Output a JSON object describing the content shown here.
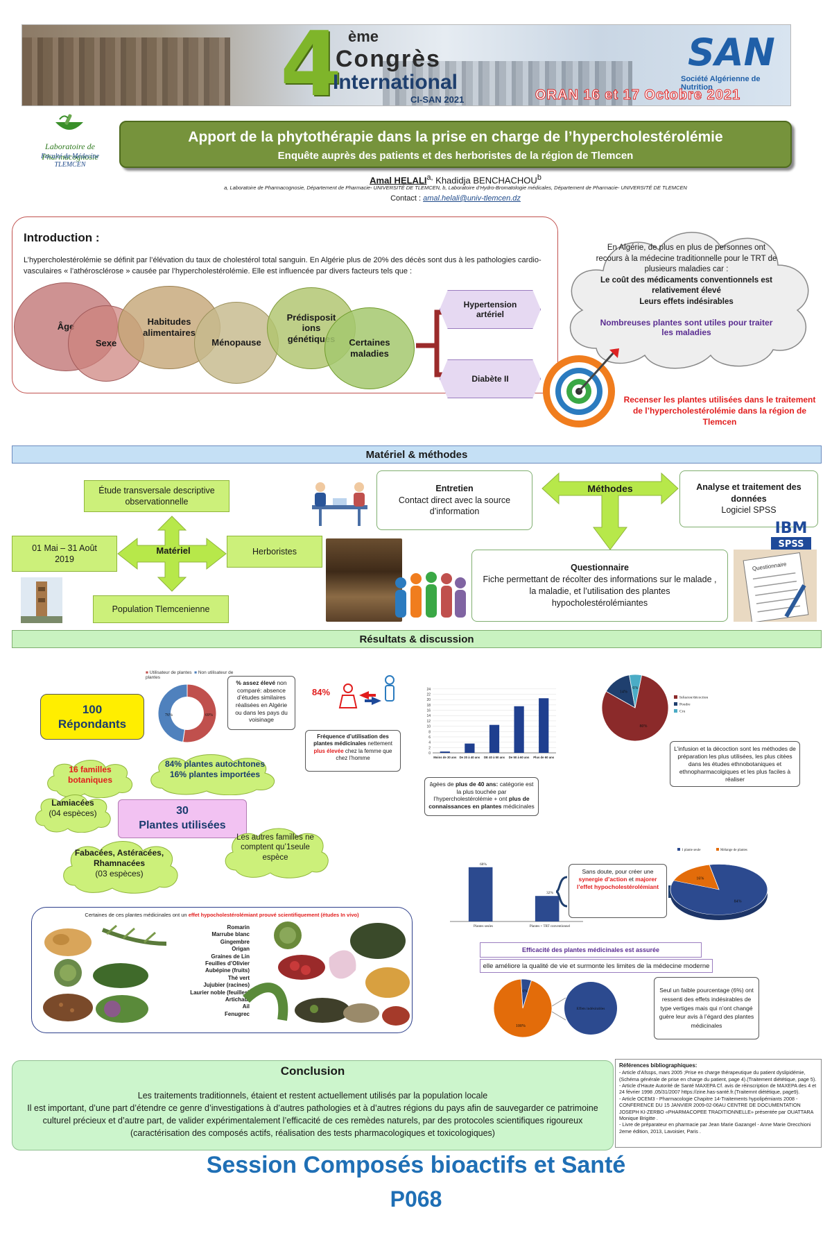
{
  "banner": {
    "number": "4",
    "superscript": "ème",
    "line1": "Congrès",
    "line2": "International",
    "acronym": "CI-SAN 2021",
    "society_logo": "SAN",
    "society_name": "Société Algérienne de Nutrition",
    "event_dates": "ORAN 16 et 17 Octobre 2021"
  },
  "lab_logo": {
    "line1": "Laboratoire de Pharmacognosie",
    "line2": "Faculté de Médecine",
    "line3": "TLEMCEN"
  },
  "title": {
    "main": "Apport de la phytothérapie dans la prise en charge de l’hypercholestérolémie",
    "subtitle": "Enquête auprès des patients et des herboristes de la région de Tlemcen"
  },
  "authors": {
    "author1": "Amal HELALI",
    "author1_sup": "a,",
    "author2": " Khadidja BENCHACHOU",
    "author2_sup": "b",
    "affiliations": "a, Laboratoire de Pharmacognosie, Département de Pharmacie- UNIVERSITÉ DE TLEMCEN, b, Laboratoire d’Hydro-Bromatologie médicales, Département de Pharmacie- UNIVERSITÉ DE TLEMCEN",
    "contact_label": "Contact : ",
    "contact_email": "amal.helali@univ-tlemcen.dz"
  },
  "intro": {
    "title": "Introduction :",
    "text": "L’hypercholestérolémie se définit par l’élévation du taux de cholestérol total sanguin. En Algérie plus de 20% des décès sont dus à les pathologies cardio-vasculaires « l’athérosclérose » causée par l’hypercholestérolémie. Elle est influencée par divers facteurs tels que :",
    "factors": [
      "Âge",
      "Sexe",
      "Habitudes alimentaires",
      "Ménopause",
      "Prédisposit ions génétiques",
      "Certaines maladies"
    ],
    "diseases": [
      "Hypertension artériel",
      "Diabète II"
    ],
    "cloud_text": "En Algérie, de plus en plus de personnes ont recours à la médecine traditionnelle pour le TRT de plusieurs maladies car :",
    "cloud_reasons": [
      "Le coût des médicaments conventionnels est relativement élevé",
      "Leurs effets indésirables"
    ],
    "cloud_highlight": "Nombreuses plantes sont utiles pour traiter les maladies",
    "objective": "Recenser les plantes utilisées dans le traitement de l’hypercholestérolémie dans la région de Tlemcen"
  },
  "methods": {
    "section_title": "Matériel & méthodes",
    "materiel_label": "Matériel",
    "etude": "Étude transversale descriptive observationnelle",
    "dates": "01 Mai – 31 Août 2019",
    "herboristes": "Herboristes",
    "population": "Population Tlemcenienne",
    "methodes_label": "Méthodes",
    "entretien_title": "Entretien",
    "entretien_text": "Contact direct avec la source d’information",
    "analyse_title": "Analyse et traitement des données",
    "analyse_text": "Logiciel SPSS",
    "questionnaire_title": "Questionnaire",
    "questionnaire_text": "Fiche permettant de récolter des informations sur le malade , la maladie, et l’utilisation des plantes hypocholestérolémiantes",
    "ibm_logo": "IBM",
    "spss_logo": "SPSS",
    "form_label": "Questionnaire"
  },
  "results": {
    "section_title": "Résultats & discussion",
    "respondents": "100 Répondants",
    "donut_legend": [
      "Utilisateur de plantes",
      "Non utilisateur de plantes"
    ],
    "donut_labels": [
      "76%",
      "69%"
    ],
    "note_assez": "% assez élevé",
    "note_assez_rest": " non comparé: absence d’études similaires réalisées en Algérie ou dans les pays du voisinage",
    "women_pct": "84%",
    "freq_text1": "Fréquence d’utilisation des plantes médicinales",
    "freq_text2": " nettement ",
    "freq_text3": "plus élevée",
    "freq_text4": " chez la femme que chez l’homme",
    "age_note1": "âgées de ",
    "age_note2": "plus de 40 ans:",
    "age_note3": " catégorie est la plus touchée par l’hypercholestérolémie + ont ",
    "age_note4": "plus de connaissances en plantes",
    "age_note5": " médicinales",
    "infusion_note": "L’infusion et la décoction sont les méthodes de préparation les plus utilisées, les plus citées dans les études ethnobotaniques et ethnopharmacolgiques et les plus faciles à réaliser",
    "families": "16 familles botaniques",
    "origin_1": "84% plantes autochtones",
    "origin_2": "16% plantes importées",
    "plants_count": "30",
    "plants_label": "Plantes utilisées",
    "lamiacees_1": "Lamiacées",
    "lamiacees_2": "(04 espèces)",
    "fabacees_1": "Fabacées, Astéracées,",
    "fabacees_2": "Rhamnacées",
    "fabacees_3": "(03 espèces)",
    "other_families": "Les autres familles ne comptent qu’1seule espèce",
    "plants_head1": "Certaines de ces plantes médicinales ont un ",
    "plants_head2": "effet hypocholestérolémiant prouvé scientifiquement (études In vivo)",
    "plant_list": [
      "Romarin",
      "Marrube blanc",
      "Gingembre",
      "Origan",
      "Graines de Lin",
      "Feuilles d’Olivier",
      "Aubépine (fruits)",
      "Thé vert",
      "Jujubier (racines)",
      "Laurier noble (feuilles)",
      "Artichaut",
      "Ail",
      "Fenugrec"
    ],
    "synergy_1": "Sans doute, pour créer une ",
    "synergy_2": "synergie d’action",
    "synergy_3": " et ",
    "synergy_4": "majorer l’effet hypocholestérolémiant",
    "efficacy_title": "Efficacité des plantes médicinales est assurée",
    "efficacy_sub": "elle améliore la qualité de vie et surmonte les limites de la médecine moderne",
    "note6": "Seul un faible pourcentage (6%) ont ressenti des effets indésirables de type vertiges mais qui n’ont changé guère leur avis à l’égard des plantes médicinales"
  },
  "conclusion": {
    "title": "Conclusion",
    "text1": "Les traitements traditionnels, étaient et restent actuellement utilisés par la population locale",
    "text2": "Il est important, d’une part d’étendre ce genre d’investigations à d’autres pathologies et à d’autres régions du pays  afin de sauvegarder ce patrimoine culturel précieux et d’autre part, de valider expérimentalement l’efficacité de ces remèdes naturels, par des protocoles scientifiques rigoureux (caractérisation des composés actifs, réalisation des tests pharmacologiques et toxicologiques)"
  },
  "references": {
    "title": "Références bibliographiques:",
    "items": [
      "- Article d’Afssps, mars 2005 ;Prise en charge thérapeutique du patient dyslipidémie, (Schéma générale de prise en charge du patient, page 4).(Traitement diététique, page 5).",
      "- Article d’Haute Autorité de Santé MAXEPA Cf. avis de réinscription de MAXEPA des 4 et 24 février 1998 ,05/31/2007 https://zine.has-santé.fr.(Traitemnt diététique, page9).",
      "- Article  OCEM3 - Pharmacologie Chapitre 14-Traitements hypolipémiants 2008 - CONFERENCE DU 15 JANVIER 2009-02-06AU CENTRE DE DOCUMENTATION JOSEPH KI-ZERBO «PHARMACOPEE TRADITIONNELLE» présentée par OUATTARA Monique Brigitte .",
      "- Livre de préparateur en pharmacie par Jean Marie Gazangel - Anne Marie Orecchioni 2eme édition, 2013, Lavoisier, Paris ."
    ]
  },
  "session": "Session Composés bioactifs et Santé",
  "poster_code": "P068",
  "chart_data": [
    {
      "type": "pie",
      "subtype": "donut",
      "legend": [
        "Utilisateur de plantes",
        "Non utilisateur de plantes"
      ],
      "values": [
        76,
        69
      ],
      "labels": [
        "76%",
        "69%"
      ],
      "colors": [
        "#c0504d",
        "#4f81bd"
      ],
      "legend_position": "top"
    },
    {
      "type": "bar",
      "categories": [
        "Moins de 30 ans",
        "De 20 à 40 ans",
        "DE 40 à 50 ans",
        "De 50 à 60 ans",
        "Plus de 60 ans"
      ],
      "values": [
        0.5,
        3.5,
        10.5,
        17.5,
        20.5
      ],
      "ylim": [
        0,
        25
      ],
      "yticks": [
        0,
        2,
        4,
        6,
        8,
        10,
        12,
        14,
        16,
        18,
        20,
        22,
        24
      ],
      "color": "#1f3f8f"
    },
    {
      "type": "pie",
      "legend": [
        "Infusion/décoction",
        "Poudre",
        "Cru"
      ],
      "values": [
        80,
        14,
        6
      ],
      "labels": [
        "80%",
        "14%",
        "6%"
      ],
      "colors": [
        "#8b2a2a",
        "#1f3f6e",
        "#4bacc6"
      ],
      "legend_position": "right"
    },
    {
      "type": "bar",
      "categories": [
        "Plantes seules",
        "Plantes + TRT conventionnel"
      ],
      "values": [
        68,
        32
      ],
      "labels": [
        "68%",
        "32%"
      ],
      "ylim": [
        0,
        80
      ],
      "color": "#2c4a8f"
    },
    {
      "type": "pie",
      "legend": [
        "1 plante seule",
        "Mélange de plantes"
      ],
      "values": [
        84,
        16
      ],
      "labels": [
        "84%",
        "16%"
      ],
      "colors": [
        "#2c4a8f",
        "#e36c0a"
      ],
      "legend_position": "top"
    },
    {
      "type": "pie",
      "legend": [
        "Effets indésirables"
      ],
      "values": [
        100,
        6
      ],
      "labels": [
        "100%",
        "6%"
      ],
      "colors": [
        "#e36c0a",
        "#2c4a8f"
      ]
    }
  ]
}
